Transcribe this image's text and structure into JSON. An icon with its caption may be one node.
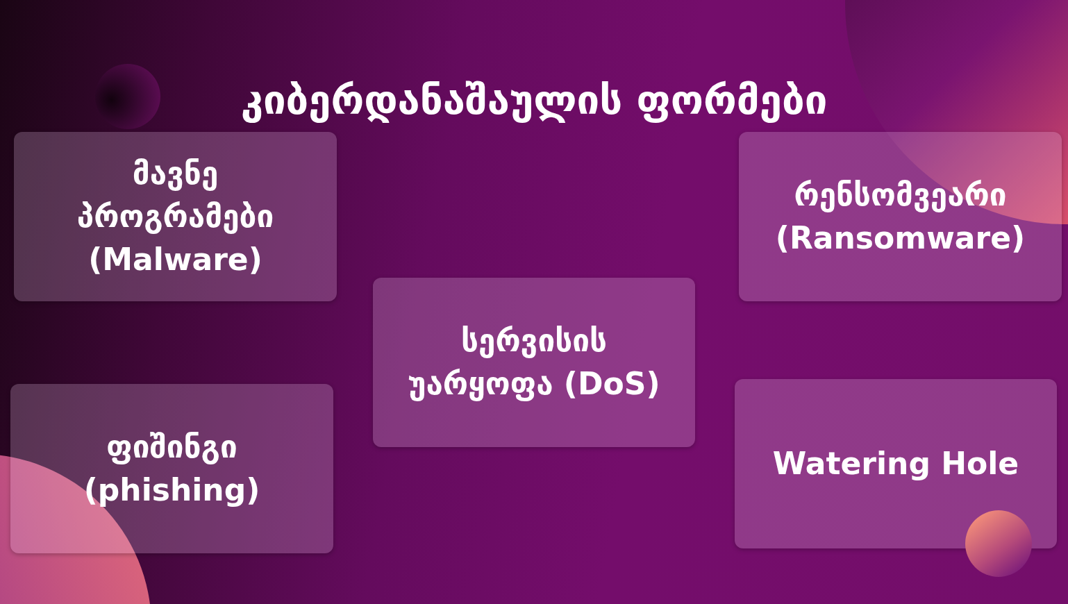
{
  "diagram": {
    "title": "კიბერდანაშაულის ფორმები",
    "nodes": [
      {
        "text": [
          "მავნე პროგრამები (Malware)"
        ]
      },
      {
        "text": [
          "რენსომვეარი (Ransomware)"
        ]
      },
      {
        "text": [
          "სერვისის უარყოფა (DoS)"
        ]
      },
      {
        "text": [
          "ფიშინგი (phishing)"
        ]
      },
      {
        "text": [
          "Watering Hole"
        ]
      }
    ]
  }
}
